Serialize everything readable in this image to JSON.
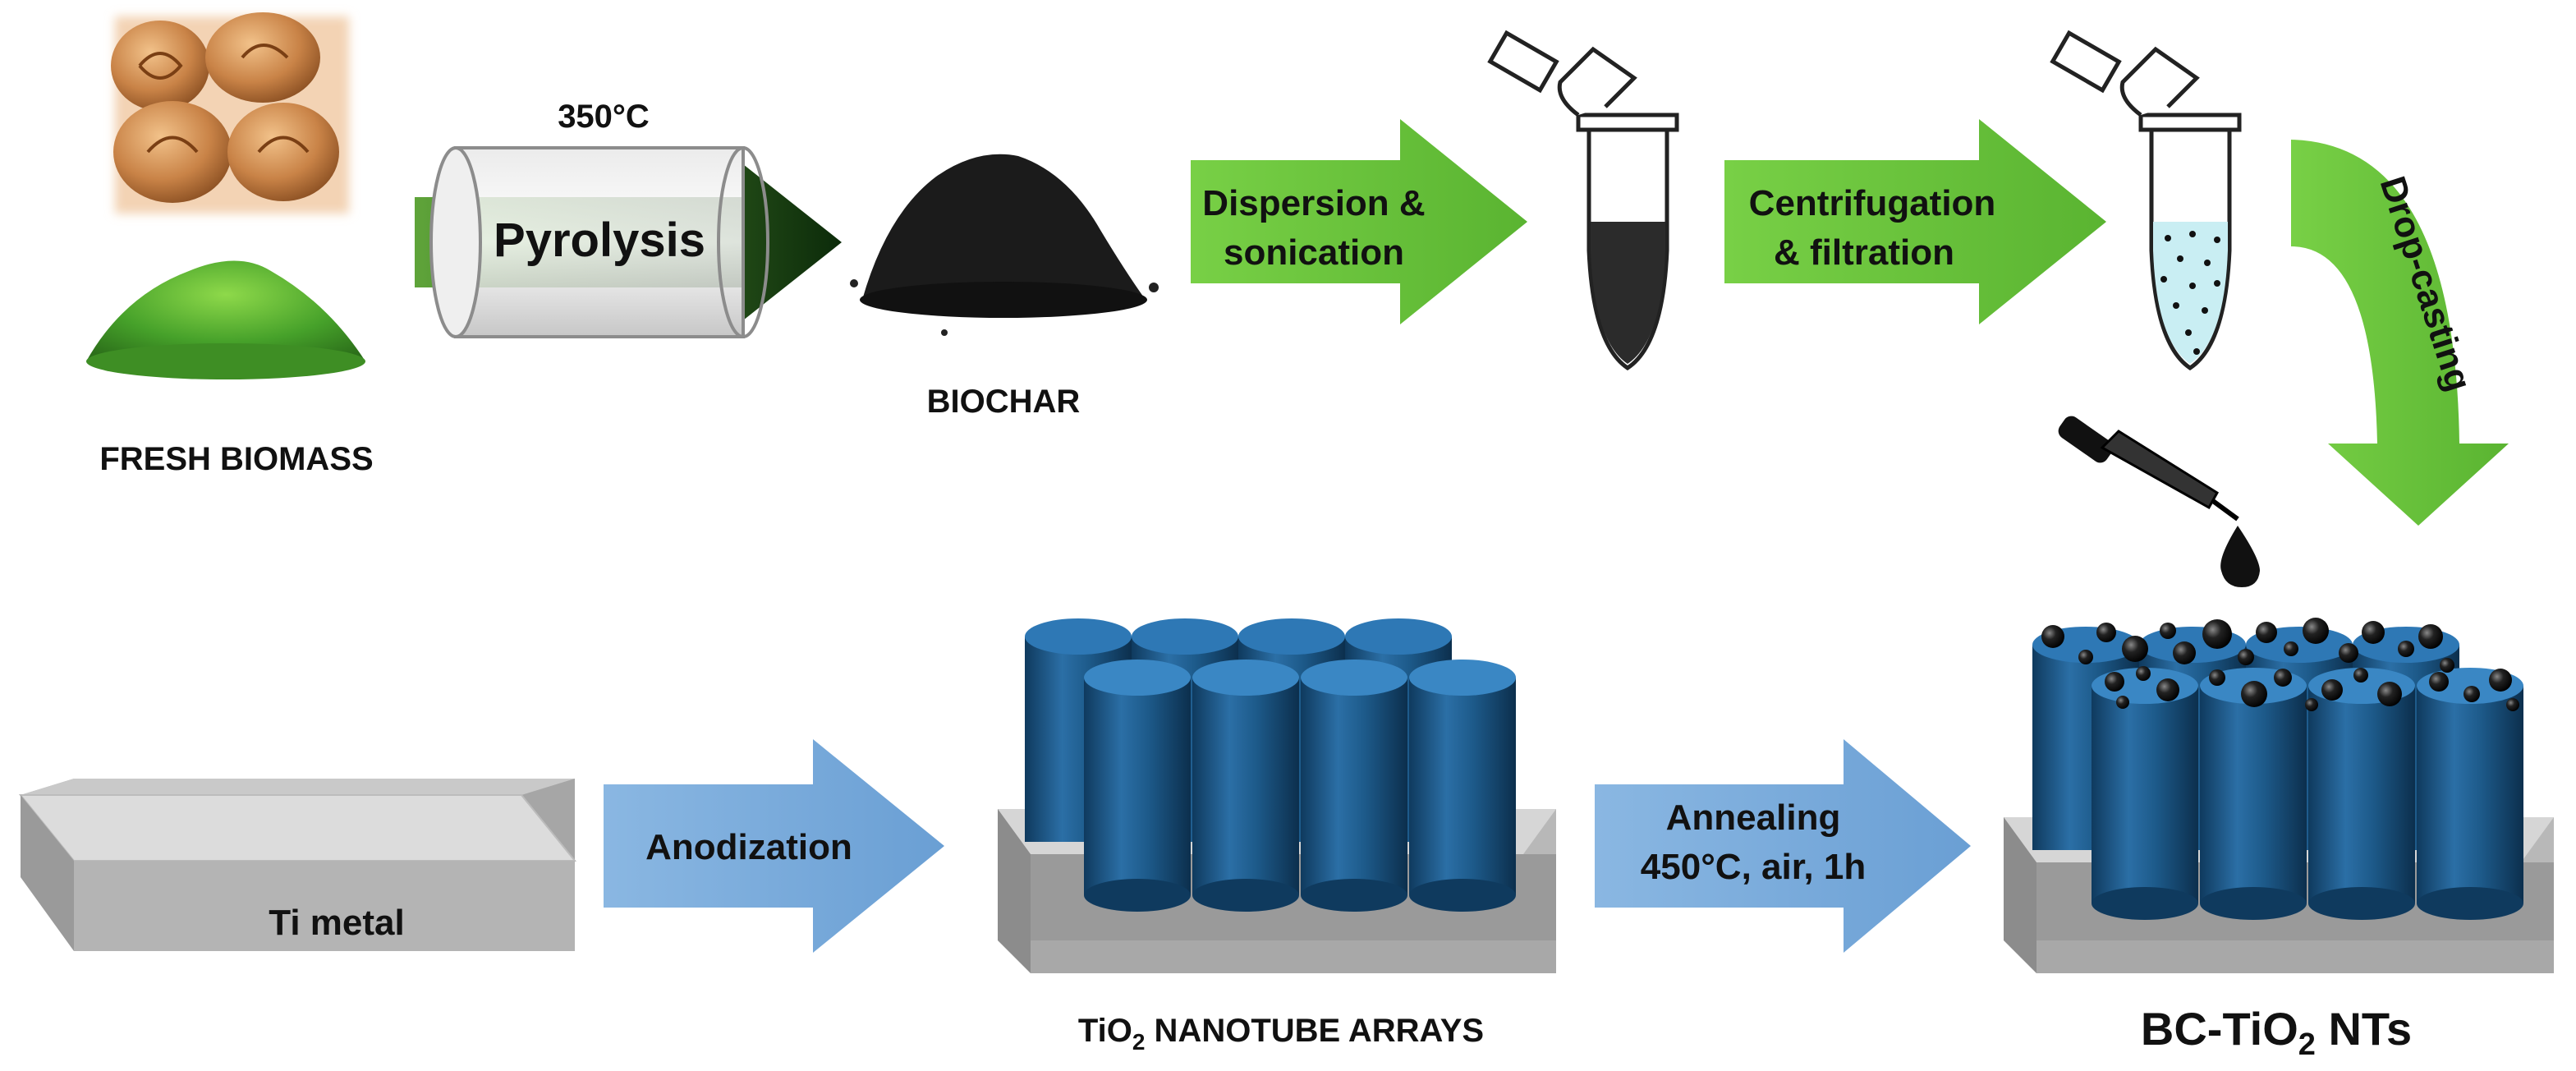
{
  "labels": {
    "fresh_biomass": "FRESH BIOMASS",
    "temperature": "350°C",
    "pyrolysis": "Pyrolysis",
    "biochar": "BIOCHAR",
    "dispersion_1": "Dispersion &",
    "dispersion_2": "sonication",
    "centrifugation_1": "Centrifugation",
    "centrifugation_2": "& filtration",
    "drop_casting": "Drop-casting",
    "ti_metal": "Ti metal",
    "anodization": "Anodization",
    "tio2_prefix": "TiO",
    "tio2_sub": "2",
    "tio2_suffix": " NANOTUBE ARRAYS",
    "annealing_1": "Annealing",
    "annealing_2": "450°C, air, 1h",
    "bc_prefix": "BC-TiO",
    "bc_sub": "2",
    "bc_suffix": " NTs"
  },
  "colors": {
    "green_arrow": "#6cc63f",
    "blue_arrow": "#7aa9d9",
    "nanotube": "#1d5a8a",
    "substrate": "#c6c6c6",
    "biochar": "#1b1b1b"
  },
  "icons": {
    "walnuts": "walnut-image",
    "green_powder": "green-powder-image",
    "tube_dark": "eppendorf-tube-dark",
    "tube_dotted": "eppendorf-tube-dotted",
    "dropper": "dropper-icon"
  }
}
